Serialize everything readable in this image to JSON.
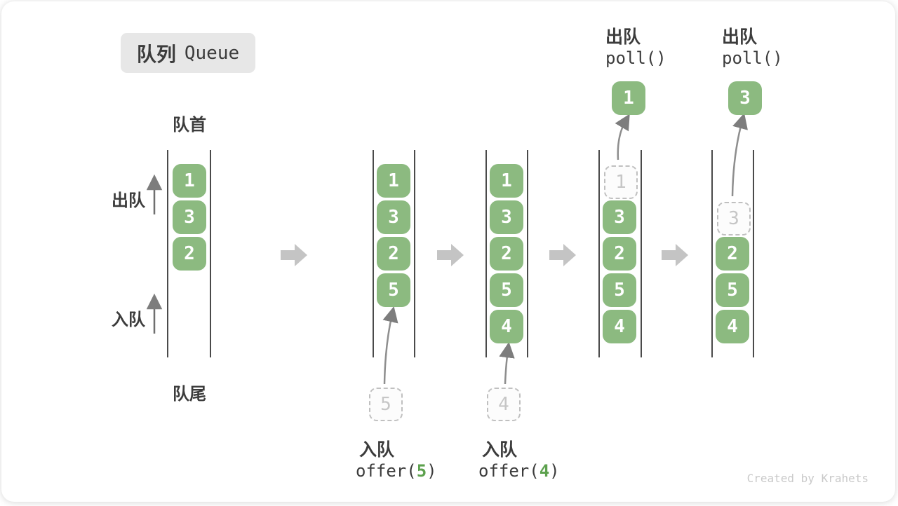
{
  "header": {
    "title_cjk": "队列",
    "title_en": "Queue"
  },
  "side": {
    "front": "队首",
    "rear": "队尾",
    "dequeue": "出队",
    "enqueue": "入队"
  },
  "columns": [
    {
      "name": "state-initial",
      "boxes": [
        "1",
        "3",
        "2"
      ]
    },
    {
      "name": "state-after-offer-5",
      "boxes": [
        "1",
        "3",
        "2",
        "5"
      ],
      "pending": "5"
    },
    {
      "name": "state-after-offer-4",
      "boxes": [
        "1",
        "3",
        "2",
        "5",
        "4"
      ],
      "pending": "4"
    },
    {
      "name": "state-after-poll-1",
      "ghost": "1",
      "boxes": [
        "3",
        "2",
        "5",
        "4"
      ],
      "popped": "1"
    },
    {
      "name": "state-after-poll-3",
      "ghost": "3",
      "boxes": [
        "2",
        "5",
        "4"
      ],
      "popped": "3"
    }
  ],
  "ops": {
    "enqueue5": {
      "label": "入队",
      "code_pre": "offer(",
      "arg": "5",
      "code_post": ")"
    },
    "enqueue4": {
      "label": "入队",
      "code_pre": "offer(",
      "arg": "4",
      "code_post": ")"
    },
    "poll1": {
      "label": "出队",
      "code": "poll()"
    },
    "poll2": {
      "label": "出队",
      "code": "poll()"
    }
  },
  "watermark": "Created by Krahets",
  "colors": {
    "cell_green": "#8cba80",
    "arg_green": "#5da14e",
    "text_dark": "#3c3c3c",
    "rail_gray": "#4a4a4a",
    "block_arrow_gray": "#c4c4c4",
    "ghost_gray": "#c0c0c0",
    "watermark_gray": "#c9c9c9"
  }
}
